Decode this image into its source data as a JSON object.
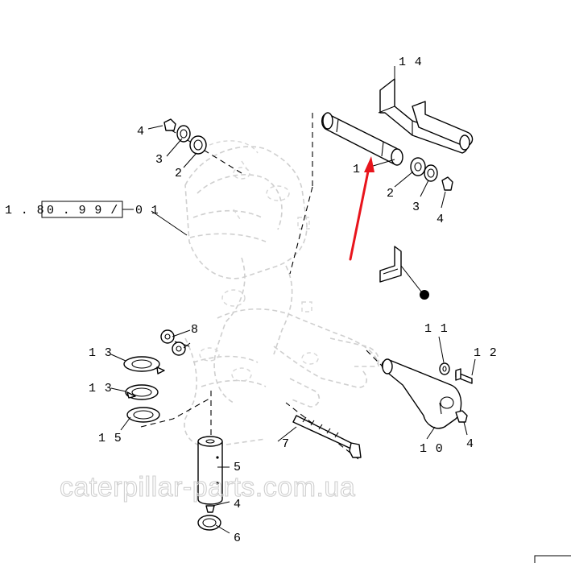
{
  "reference": {
    "prefix": "1 . 8",
    "boxed": "0 . 9 9 /",
    "suffix": "0 1"
  },
  "callouts": {
    "part_14": "1 4",
    "part_1": "1",
    "part_2_top": "2",
    "part_3_top": "3",
    "part_4_top": "4",
    "part_2_right": "2",
    "part_3_right": "3",
    "part_4_right": "4",
    "part_8": "8",
    "part_11": "1 1",
    "part_12": "1 2",
    "part_13_a": "1 3",
    "part_13_b": "1 3",
    "part_15": "1 5",
    "part_7": "7",
    "part_10": "1 0",
    "part_4_bolt": "4",
    "part_5": "5",
    "part_4_bottom": "4",
    "part_6": "6"
  },
  "highlight": {
    "arrow_color": "#e8141c",
    "target": "1"
  },
  "watermark": "caterpillar-parts.com.ua"
}
